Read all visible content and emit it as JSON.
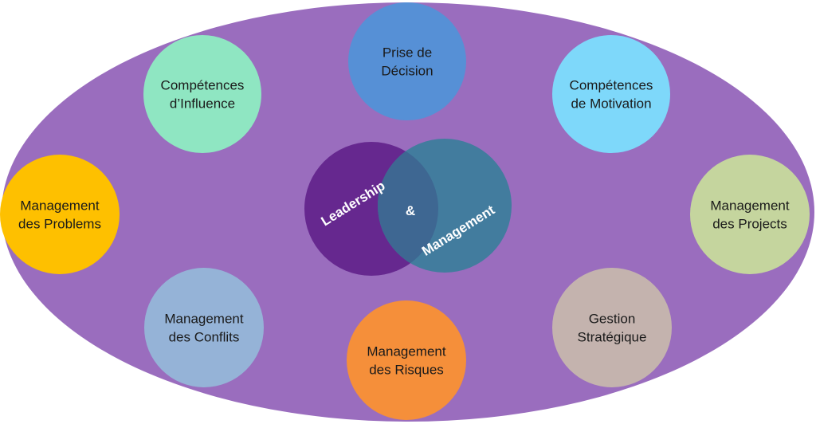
{
  "colors": {
    "background_ellipse": "#9a6dbe",
    "leadership_circle": "#66288f",
    "management_circle": "#427c9e",
    "overlap": "#3e6792",
    "label_text": "#1a1a1a",
    "core_text": "#ffffff"
  },
  "core": {
    "left_label": "Leadership",
    "ampersand": "&",
    "right_label": "Management"
  },
  "nodes": [
    {
      "id": "prise-de-decision",
      "lines": [
        "Prise de",
        "Décision"
      ],
      "color": "#5690d6"
    },
    {
      "id": "competences-influence",
      "lines": [
        "Compétences",
        "d’Influence"
      ],
      "color": "#8fe6c2"
    },
    {
      "id": "competences-motivation",
      "lines": [
        "Compétences",
        "de Motivation"
      ],
      "color": "#7ed8fa"
    },
    {
      "id": "management-problems",
      "lines": [
        "Management",
        "des Problems"
      ],
      "color": "#fec000"
    },
    {
      "id": "management-projects",
      "lines": [
        "Management",
        "des Projects"
      ],
      "color": "#c5d59e"
    },
    {
      "id": "management-conflits",
      "lines": [
        "Management",
        "des Conflits"
      ],
      "color": "#95b3d7"
    },
    {
      "id": "management-risques",
      "lines": [
        "Management",
        "des Risques"
      ],
      "color": "#f58f3a"
    },
    {
      "id": "gestion-strategique",
      "lines": [
        "Gestion",
        "Stratégique"
      ],
      "color": "#c4b3ae"
    }
  ]
}
